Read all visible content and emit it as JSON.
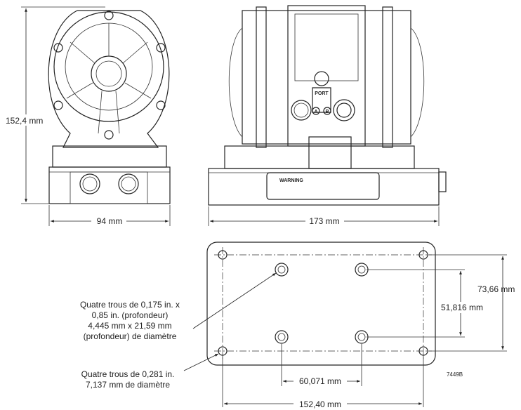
{
  "front_view": {
    "height_label": "152,4 mm",
    "width_label": "94 mm"
  },
  "side_view": {
    "width_label": "173 mm",
    "warning_label": "WARNING",
    "port_label": "PORT",
    "port_a": "A",
    "port_b": "B"
  },
  "mounting_view": {
    "outer_height_label": "73,66 mm",
    "inner_height_label": "51,816 mm",
    "inner_width_label": "60,071 mm",
    "outer_width_label": "152,40 mm",
    "blind_holes_note": [
      "Quatre trous de 0,175 in. x",
      "0,85 in. (profondeur)",
      "4,445 mm x 21,59 mm",
      "(profondeur) de diamètre"
    ],
    "through_holes_note": [
      "Quatre trous de 0,281 in.",
      "7,137 mm de diamètre"
    ],
    "figure_id": "7449B"
  }
}
